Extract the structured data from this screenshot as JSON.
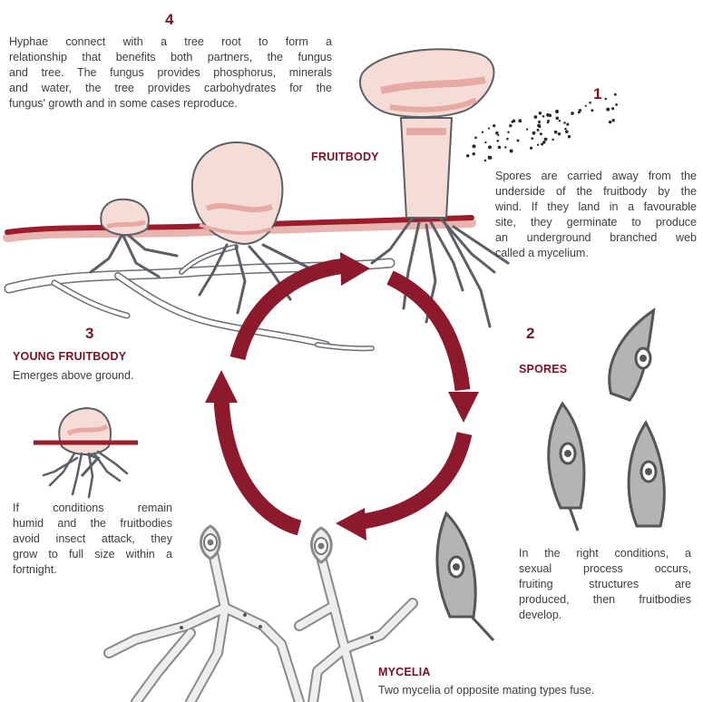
{
  "steps": {
    "step1": {
      "number": "1",
      "text_lines": [
        "Spores are carried away from the",
        "underside of the fruitbody by the",
        "wind. If they land in a favourable",
        "site, they germinate to produce",
        "an underground branched web",
        "called a mycelium."
      ]
    },
    "step2": {
      "number": "2",
      "heading": "SPORES",
      "text_lines": [
        "In the right conditions, a",
        "sexual process occurs,",
        "fruiting structures are",
        "produced, then fruitbodies",
        "develop."
      ]
    },
    "step3": {
      "number": "3",
      "heading": "YOUNG FRUITBODY",
      "subtext": "Emerges above ground.",
      "text_lines": [
        "If conditions remain",
        "humid and the fruitbodies",
        "avoid insect attack, they",
        "grow to full size within a",
        "fortnight."
      ]
    },
    "step4": {
      "number": "4",
      "text_lines": [
        "Hyphae connect with a tree root to form a",
        "relationship that benefits both partners, the fungus",
        "and tree. The fungus provides phosphorus, minerals",
        "and water, the tree provides carbohydrates for the",
        "fungus' growth and in some cases reproduce."
      ]
    }
  },
  "labels": {
    "fruitbody": "FRUITBODY",
    "mycelia": "MYCELIA",
    "mycelia_text": "Two mycelia of opposite mating types fuse."
  },
  "colors": {
    "accent": "#7a1024",
    "arrow": "#8c1a2c",
    "mushroom_fill": "#f6dcd6",
    "mushroom_shade": "#e7a9a4",
    "soil": "#9b1d2b",
    "root": "#5b5f66",
    "spore_fill": "#b4b4b4"
  }
}
